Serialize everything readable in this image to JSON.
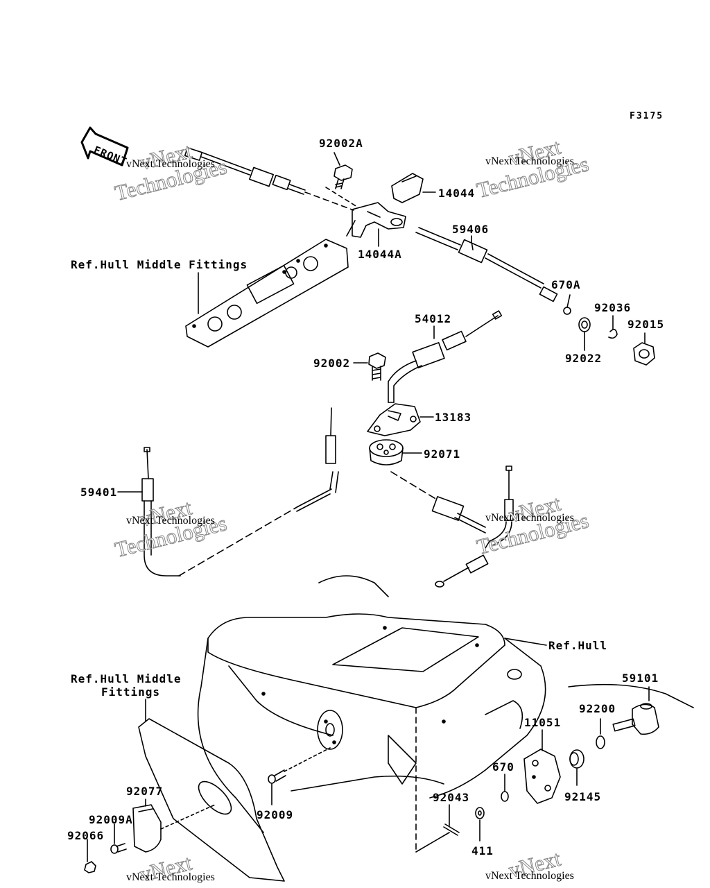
{
  "diagram": {
    "figure_code": "F3175",
    "front_label": "FRONT",
    "watermark": {
      "line1": "vNext",
      "line2": "Technologies",
      "small": "vNext Technologies"
    },
    "labels": {
      "p92002A": "92002A",
      "p14044": "14044",
      "p14044A": "14044A",
      "p59406": "59406",
      "p670A": "670A",
      "p92036": "92036",
      "p92015": "92015",
      "p92022": "92022",
      "p54012": "54012",
      "p92002": "92002",
      "p13183": "13183",
      "p92071": "92071",
      "p59401": "59401",
      "ref_hull_middle_1": "Ref.Hull Middle Fittings",
      "ref_hull": "Ref.Hull",
      "ref_hull_middle_2a": "Ref.Hull Middle",
      "ref_hull_middle_2b": "Fittings",
      "p59101": "59101",
      "p92200": "92200",
      "p11051": "11051",
      "p670": "670",
      "p92145": "92145",
      "p92043": "92043",
      "p411": "411",
      "p92077": "92077",
      "p92009": "92009",
      "p92009A": "92009A",
      "p92066": "92066"
    }
  }
}
